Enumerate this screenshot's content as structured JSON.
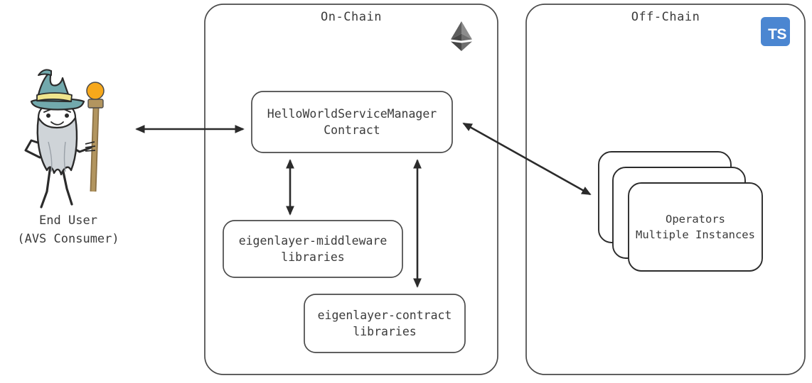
{
  "diagram": {
    "title_on_chain": "On-Chain",
    "title_off_chain": "Off-Chain",
    "ts_badge_label": "TS",
    "actor": {
      "label": "End User\n(AVS Consumer)",
      "icon": "wizard-avatar"
    },
    "nodes": [
      {
        "id": "service-manager",
        "label": "HelloWorldServiceManager\nContract"
      },
      {
        "id": "middleware-libraries",
        "label": "eigenlayer-middleware\nlibraries"
      },
      {
        "id": "contract-libraries",
        "label": "eigenlayer-contract\nlibraries"
      },
      {
        "id": "operators",
        "label": "Operators\nMultiple Instances"
      }
    ],
    "edges": [
      {
        "id": "user-to-service-manager",
        "from": "end-user",
        "to": "service-manager",
        "style": "double-arrow"
      },
      {
        "id": "service-manager-to-middleware",
        "from": "service-manager",
        "to": "middleware-libraries",
        "style": "double-arrow"
      },
      {
        "id": "service-manager-to-contract-libs",
        "from": "service-manager",
        "to": "contract-libraries",
        "style": "double-arrow"
      },
      {
        "id": "service-manager-to-operators",
        "from": "service-manager",
        "to": "operators",
        "style": "double-arrow"
      }
    ],
    "colors": {
      "stroke": "#3b3b3b",
      "panel_stroke": "#4a4a4a",
      "ts_blue": "#4b86d1",
      "hat_teal": "#72a9ad",
      "hat_band": "#efe58d",
      "beard_gray": "#cfd4d8",
      "staff_brown": "#a98a5f",
      "orb_orange": "#f7a81b",
      "eth_logo_dark": "#4f4f4f",
      "eth_logo_light": "#8c8c8c"
    }
  }
}
